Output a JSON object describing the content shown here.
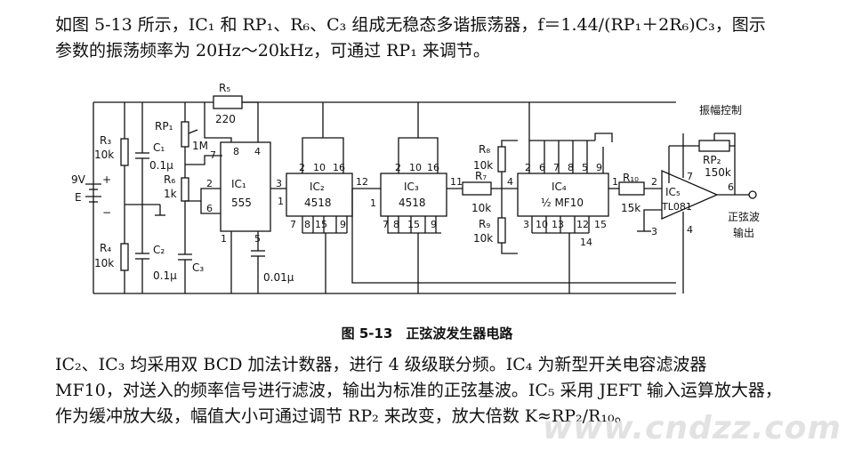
{
  "text": {
    "p1_line1": "如图 5-13 所示，IC₁ 和 RP₁、R₆、C₃ 组成无稳态多谐振荡器，f＝1.44/(RP₁＋2R₆)C₃，图示",
    "p1_line2": "参数的振荡频率为 20Hz～20kHz，可通过 RP₁ 来调节。",
    "caption": "图 5-13　正弦波发生器电路",
    "p3_line1": "IC₂、IC₃ 均采用双 BCD 加法计数器，进行 4 级级联分频。IC₄ 为新型开关电容滤波器",
    "p3_line2": "MF10，对送入的频率信号进行滤波，输出为标准的正弦基波。IC₅ 采用 JEFT 输入运算放大器，",
    "p3_line3": "作为缓冲放大级，幅值大小可通过调节 RP₂ 来改变，放大倍数 K≈RP₂/R₁₀。"
  },
  "watermark": "www.cndzz.com",
  "circuit": {
    "battery": {
      "voltage": "9V",
      "name": "E",
      "plus": "+",
      "minus": "−"
    },
    "R3": {
      "name": "R₃",
      "value": "10k"
    },
    "R4": {
      "name": "R₄",
      "value": "10k"
    },
    "R5": {
      "name": "R₅",
      "value": "220"
    },
    "R6": {
      "name": "R₆",
      "value": "1k"
    },
    "R7": {
      "name": "R₇",
      "value": "10k"
    },
    "R8": {
      "name": "R₈",
      "value": "10k"
    },
    "R9": {
      "name": "R₉",
      "value": "10k"
    },
    "R10": {
      "name": "R₁₀",
      "value": "15k"
    },
    "RP1": {
      "name": "RP₁",
      "value": "1M"
    },
    "RP2": {
      "name": "RP₂",
      "value": "150k",
      "label": "振幅控制"
    },
    "C1": {
      "name": "C₁",
      "value": "0.1μ"
    },
    "C2": {
      "name": "C₂",
      "value": "0.1μ"
    },
    "C3": {
      "name": "C₃"
    },
    "C_timer": {
      "value": "0.01μ"
    },
    "IC1": {
      "name": "IC₁",
      "part": "555",
      "pins": [
        "8",
        "4",
        "7",
        "2",
        "6",
        "3",
        "1",
        "5"
      ]
    },
    "IC2": {
      "name": "IC₂",
      "part": "4518",
      "pins": [
        "2",
        "10",
        "16",
        "1",
        "12",
        "7",
        "8",
        "15",
        "9"
      ]
    },
    "IC3": {
      "name": "IC₃",
      "part": "4518",
      "pins": [
        "2",
        "10",
        "16",
        "1",
        "11",
        "7",
        "8",
        "15",
        "9"
      ]
    },
    "IC4": {
      "name": "IC₄",
      "part": "½ MF10",
      "pins": [
        "2",
        "6",
        "7",
        "8",
        "5",
        "9",
        "4",
        "1",
        "3",
        "10",
        "13",
        "12",
        "15",
        "14"
      ]
    },
    "IC5": {
      "name": "IC₅",
      "part": "TL081",
      "pins": [
        "2",
        "3",
        "7",
        "4",
        "6"
      ]
    },
    "output": "正弦波\n输出",
    "output_line1": "正弦波",
    "output_line2": "输出"
  }
}
